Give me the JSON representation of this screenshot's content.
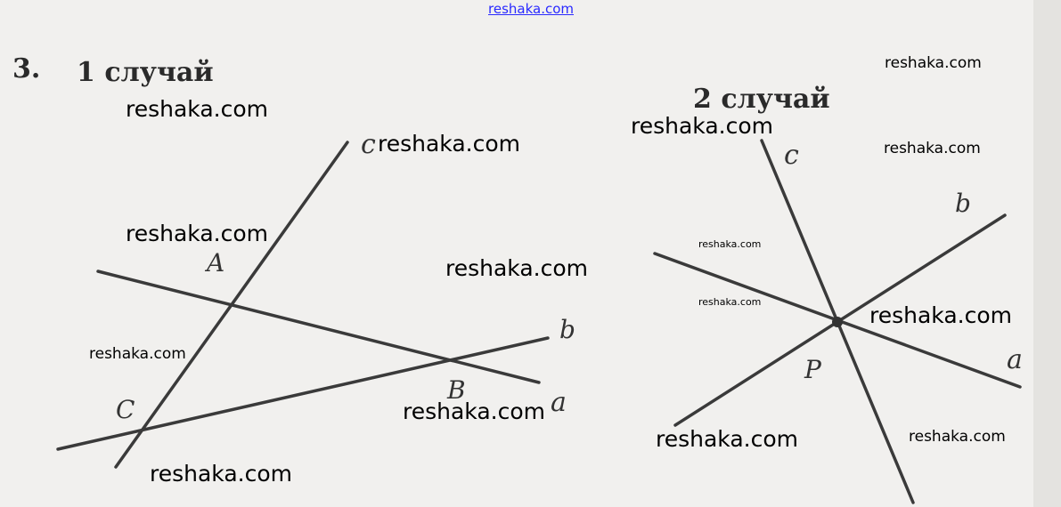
{
  "top_link": "reshaka.com",
  "problem_number": "3.",
  "case1": {
    "title": "1 случай",
    "lines": [
      "a",
      "b",
      "c"
    ],
    "points": [
      "A",
      "B",
      "C"
    ]
  },
  "case2": {
    "title": "2 случай",
    "lines": [
      "a",
      "b",
      "c"
    ],
    "point": "P"
  },
  "watermark": "reshaka.com",
  "colors": {
    "paper": "#f1f0ee",
    "ink": "#333333",
    "link": "#2a2aff"
  }
}
